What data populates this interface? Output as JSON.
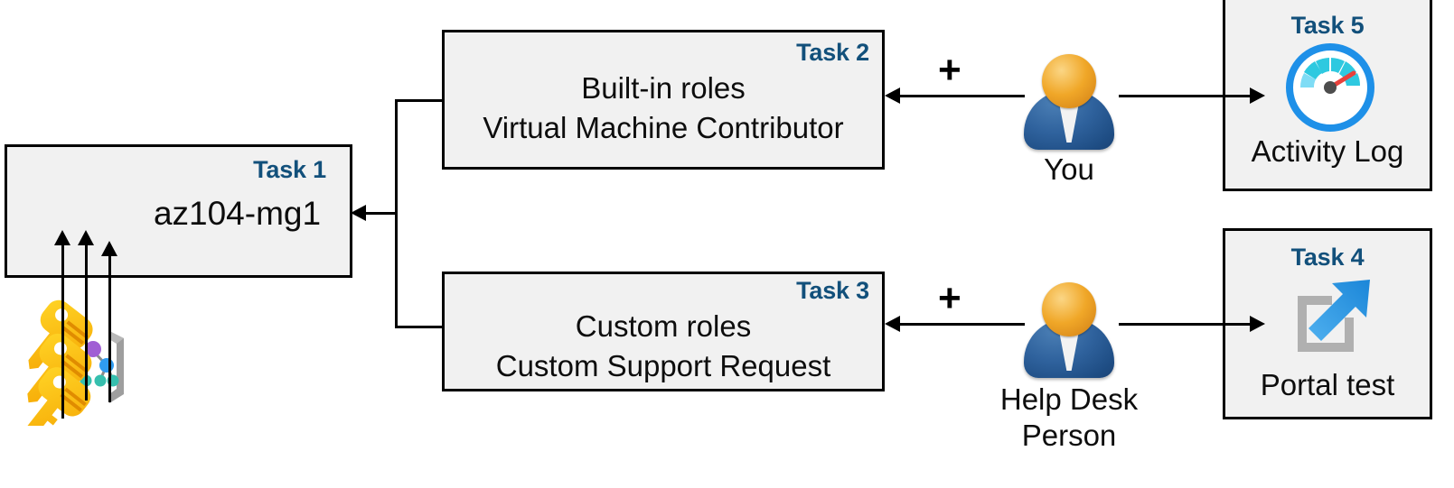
{
  "diagram": {
    "title": "Azure RBAC task diagram",
    "accent_color": "#12507b",
    "box_fill": "#f1f1f1",
    "box_border": "#000000"
  },
  "tasks": {
    "task1": {
      "label": "Task 1",
      "text": "az104-mg1",
      "icon": "management-group-icon"
    },
    "task2": {
      "label": "Task 2",
      "line1": "Built-in roles",
      "line2": "Virtual Machine Contributor",
      "text": "Built-in roles\nVirtual Machine Contributor"
    },
    "task3": {
      "label": "Task 3",
      "line1": "Custom roles",
      "line2": "Custom Support Request",
      "text": "Custom roles\nCustom Support Request"
    },
    "task4": {
      "label": "Task 4",
      "caption": "Portal test",
      "icon": "external-link-icon"
    },
    "task5": {
      "label": "Task 5",
      "caption": "Activity Log",
      "icon": "activity-gauge-icon"
    }
  },
  "actors": {
    "you": {
      "caption": "You",
      "icon": "person-icon"
    },
    "help_desk": {
      "caption": "Help Desk\nPerson",
      "icon": "person-icon"
    }
  },
  "connectors": {
    "plus_top": "+",
    "plus_bottom": "+",
    "keys_icon": "keys-icon"
  },
  "colors": {
    "task_label": "#12507b",
    "key_gold": "#ffc400",
    "gauge_blue": "#1e90e8",
    "gauge_cyan": "#2ec9e0",
    "gauge_needle": "#e8413c",
    "mg_purple": "#a05fd4",
    "mg_blue": "#2f9bf0",
    "mg_teal": "#36bfae",
    "bracket_gray": "#9e9e9e",
    "link_arrow_blue": "#41a5ea",
    "person_head": "#f0a728",
    "person_body": "#2f629d"
  }
}
